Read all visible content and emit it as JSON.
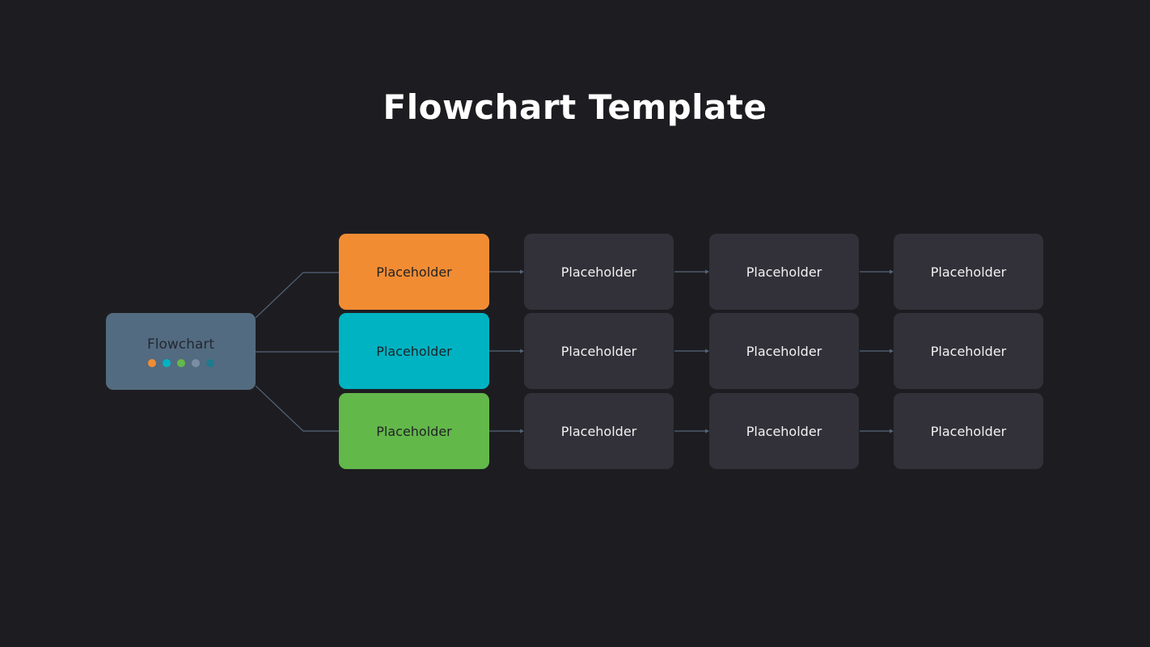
{
  "title": "Flowchart Template",
  "root": {
    "label": "Flowchart",
    "dots": [
      {
        "name": "orange-dot",
        "color": "#f28c33"
      },
      {
        "name": "cyan-dot",
        "color": "#00b3c2"
      },
      {
        "name": "green-dot",
        "color": "#63b84a"
      },
      {
        "name": "gray-dot",
        "color": "#7a8ea3"
      },
      {
        "name": "teal-dot",
        "color": "#1f7a8f"
      }
    ]
  },
  "rows": [
    {
      "color": "#f28c33",
      "nodes": [
        "Placeholder",
        "Placeholder",
        "Placeholder",
        "Placeholder"
      ]
    },
    {
      "color": "#00b3c2",
      "nodes": [
        "Placeholder",
        "Placeholder",
        "Placeholder",
        "Placeholder"
      ]
    },
    {
      "color": "#63b84a",
      "nodes": [
        "Placeholder",
        "Placeholder",
        "Placeholder",
        "Placeholder"
      ]
    }
  ],
  "connector_color": "#56667a"
}
